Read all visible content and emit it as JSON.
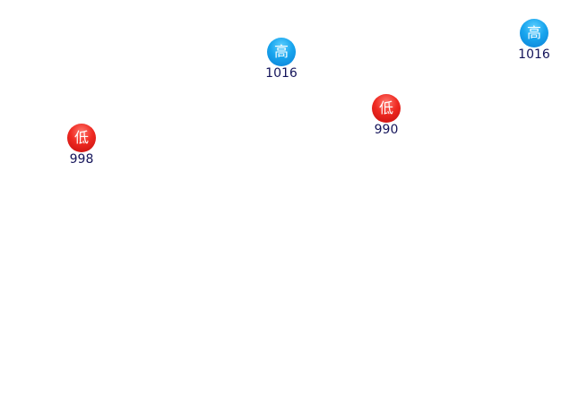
{
  "colors": {
    "high": "#1aa7ef",
    "low": "#ea2520",
    "value_text": "#14145a",
    "background": "#ffffff"
  },
  "markers": [
    {
      "type": "low",
      "symbol": "低",
      "value": "998"
    },
    {
      "type": "high",
      "symbol": "高",
      "value": "1016"
    },
    {
      "type": "low",
      "symbol": "低",
      "value": "990"
    },
    {
      "type": "high",
      "symbol": "高",
      "value": "1016"
    }
  ]
}
